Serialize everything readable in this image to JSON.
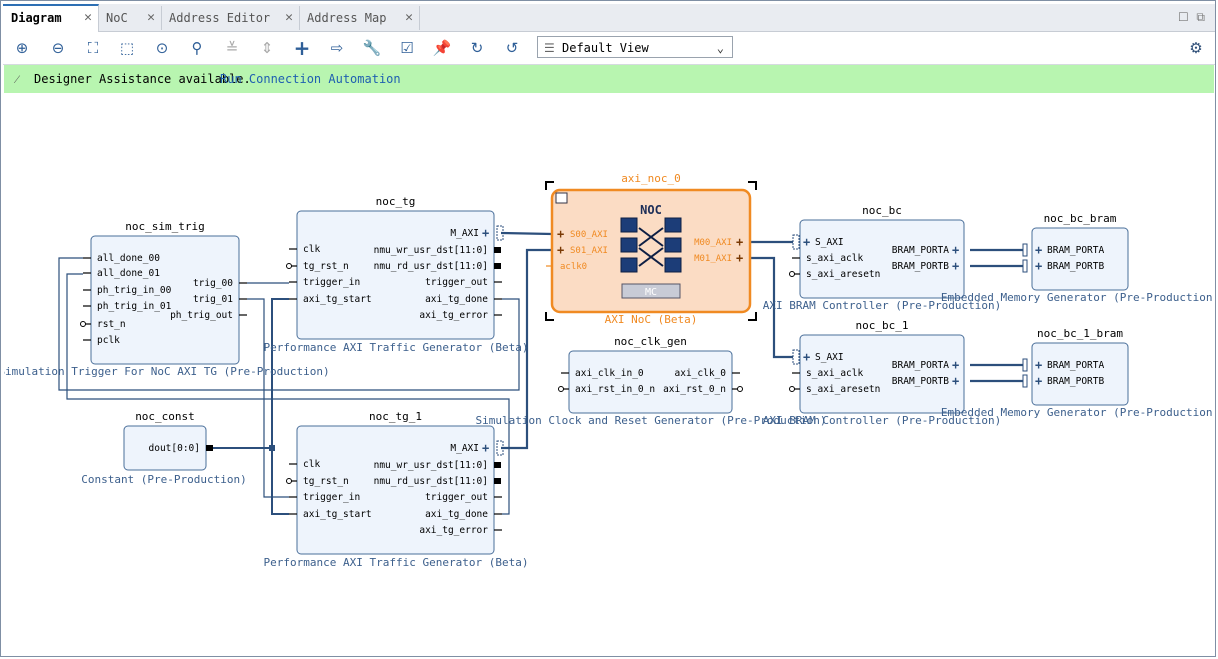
{
  "tabs": [
    {
      "label": "Diagram"
    },
    {
      "label": "NoC"
    },
    {
      "label": "Address Editor"
    },
    {
      "label": "Address Map"
    }
  ],
  "toolbar": {
    "view_select_value": "Default View"
  },
  "banner": {
    "message": "Designer Assistance available.",
    "link": "Run Connection Automation"
  },
  "blocks": {
    "noc_sim_trig": {
      "name": "noc_sim_trig",
      "subtitle": "Simulation Trigger For NoC AXI TG (Pre-Production)",
      "in": [
        "all_done_00",
        "all_done_01",
        "ph_trig_in_00",
        "ph_trig_in_01",
        "rst_n",
        "pclk"
      ],
      "out": [
        "trig_00",
        "trig_01",
        "ph_trig_out"
      ]
    },
    "noc_tg": {
      "name": "noc_tg",
      "subtitle": "Performance AXI Traffic Generator (Beta)",
      "top": "M_AXI",
      "in": [
        "clk",
        "tg_rst_n",
        "trigger_in",
        "axi_tg_start"
      ],
      "out": [
        "nmu_wr_usr_dst[11:0]",
        "nmu_rd_usr_dst[11:0]",
        "trigger_out",
        "axi_tg_done",
        "axi_tg_error"
      ]
    },
    "noc_tg_1": {
      "name": "noc_tg_1",
      "subtitle": "Performance AXI Traffic Generator (Beta)",
      "top": "M_AXI",
      "in": [
        "clk",
        "tg_rst_n",
        "trigger_in",
        "axi_tg_start"
      ],
      "out": [
        "nmu_wr_usr_dst[11:0]",
        "nmu_rd_usr_dst[11:0]",
        "trigger_out",
        "axi_tg_done",
        "axi_tg_error"
      ]
    },
    "noc_const": {
      "name": "noc_const",
      "subtitle": "Constant (Pre-Production)",
      "out": [
        "dout[0:0]"
      ]
    },
    "axi_noc_0": {
      "name": "axi_noc_0",
      "subtitle": "AXI NoC (Beta)",
      "in": [
        "S00_AXI",
        "S01_AXI",
        "aclk0"
      ],
      "out": [
        "M00_AXI",
        "M01_AXI"
      ],
      "icon_title": "NOC",
      "icon_mc": "MC"
    },
    "noc_clk_gen": {
      "name": "noc_clk_gen",
      "subtitle": "Simulation Clock and Reset Generator (Pre-Production)",
      "in": [
        "axi_clk_in_0",
        "axi_rst_in_0_n"
      ],
      "out": [
        "axi_clk_0",
        "axi_rst_0_n"
      ]
    },
    "noc_bc": {
      "name": "noc_bc",
      "subtitle": "AXI BRAM Controller (Pre-Production)",
      "in": [
        "S_AXI",
        "s_axi_aclk",
        "s_axi_aresetn"
      ],
      "out": [
        "BRAM_PORTA",
        "BRAM_PORTB"
      ]
    },
    "noc_bc_1": {
      "name": "noc_bc_1",
      "subtitle": "AXI BRAM Controller (Pre-Production)",
      "in": [
        "S_AXI",
        "s_axi_aclk",
        "s_axi_aresetn"
      ],
      "out": [
        "BRAM_PORTA",
        "BRAM_PORTB"
      ]
    },
    "noc_bc_bram": {
      "name": "noc_bc_bram",
      "subtitle": "Embedded Memory Generator (Pre-Production)",
      "in": [
        "BRAM_PORTA",
        "BRAM_PORTB"
      ]
    },
    "noc_bc_1_bram": {
      "name": "noc_bc_1_bram",
      "subtitle": "Embedded Memory Generator (Pre-Production)",
      "in": [
        "BRAM_PORTA",
        "BRAM_PORTB"
      ]
    }
  },
  "colors": {
    "block_fill": "#eef4fc",
    "block_stroke": "#4a6f9a",
    "noc_fill": "#fbdcc4",
    "noc_stroke": "#f08a22",
    "wire": "#2c4f7c",
    "banner": "#b8f5b0"
  }
}
